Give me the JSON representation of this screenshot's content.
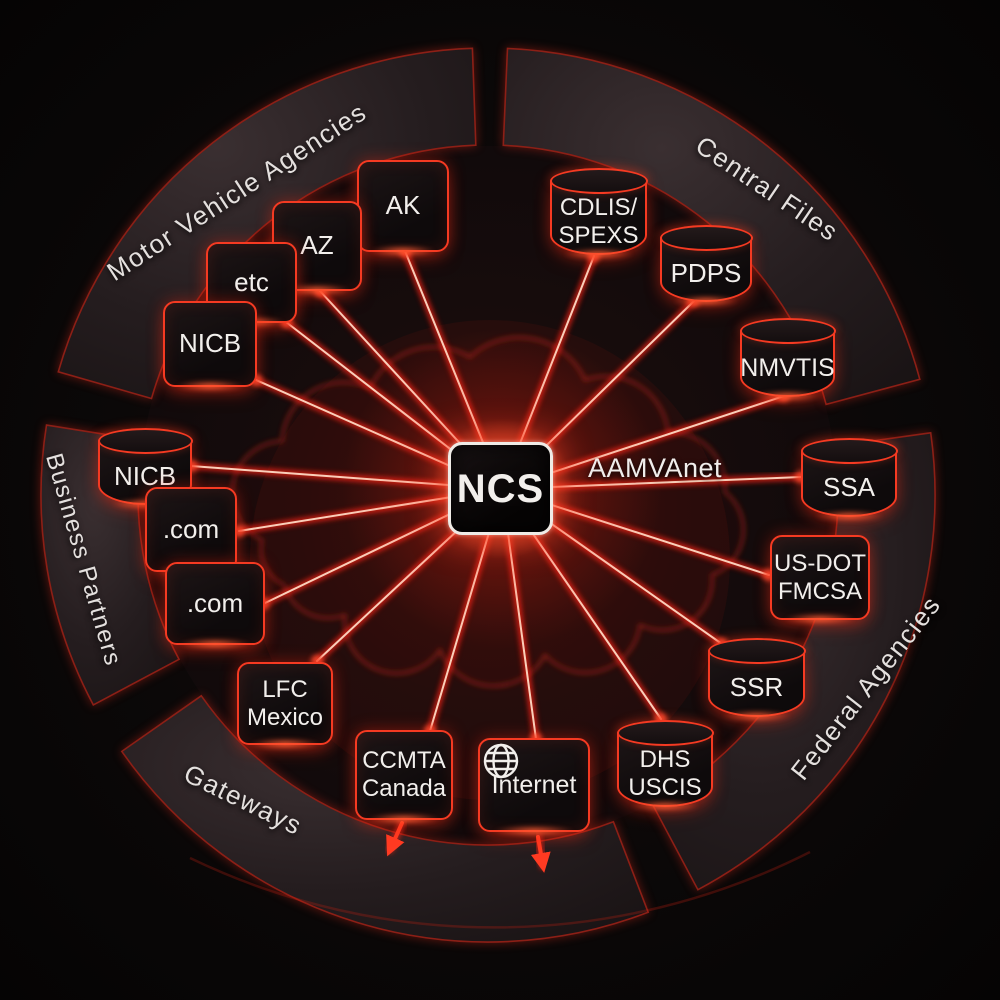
{
  "center_node": {
    "label": "NCS"
  },
  "network_label": "AAMVAnet",
  "segments": [
    {
      "label": "Motor Vehicle Agencies"
    },
    {
      "label": "Central Files"
    },
    {
      "label": "Business Partners"
    },
    {
      "label": "Gateways"
    },
    {
      "label": "Federal Agencies"
    }
  ],
  "nodes": [
    {
      "label": "AK",
      "shape": "rounded-square",
      "group": "Motor Vehicle Agencies"
    },
    {
      "label": "AZ",
      "shape": "rounded-square",
      "group": "Motor Vehicle Agencies"
    },
    {
      "label": "etc",
      "shape": "rounded-square",
      "group": "Motor Vehicle Agencies"
    },
    {
      "label": "NICB",
      "shape": "rounded-square",
      "group": "Motor Vehicle Agencies"
    },
    {
      "label": "CDLIS/\nSPEXS",
      "shape": "cylinder",
      "group": "Central Files"
    },
    {
      "label": "PDPS",
      "shape": "cylinder",
      "group": "Central Files"
    },
    {
      "label": "NMVTIS",
      "shape": "cylinder",
      "group": "Central Files"
    },
    {
      "label": "SSA",
      "shape": "cylinder",
      "group": "Federal Agencies"
    },
    {
      "label": "US-DOT\nFMCSA",
      "shape": "rounded-square",
      "group": "Federal Agencies"
    },
    {
      "label": "SSR",
      "shape": "cylinder",
      "group": "Federal Agencies"
    },
    {
      "label": "DHS\nUSCIS",
      "shape": "cylinder",
      "group": "Federal Agencies"
    },
    {
      "label": "Internet",
      "shape": "rounded-square",
      "icon": "globe-icon",
      "group": "Gateways"
    },
    {
      "label": "CCMTA\nCanada",
      "shape": "rounded-square",
      "group": "Gateways"
    },
    {
      "label": "LFC\nMexico",
      "shape": "rounded-square",
      "group": "Gateways"
    },
    {
      "label": ".com",
      "shape": "rounded-square",
      "group": "Business Partners"
    },
    {
      "label": ".com",
      "shape": "rounded-square",
      "group": "Business Partners"
    },
    {
      "label": "NICB",
      "shape": "cylinder",
      "group": "Business Partners"
    }
  ],
  "colors": {
    "accent_red": "#ff3520",
    "deep_red": "#c41e12",
    "node_fill": "#130e0f",
    "ring_fill": "#282022",
    "text": "#f2efec",
    "ncs_border": "#efebe6"
  }
}
